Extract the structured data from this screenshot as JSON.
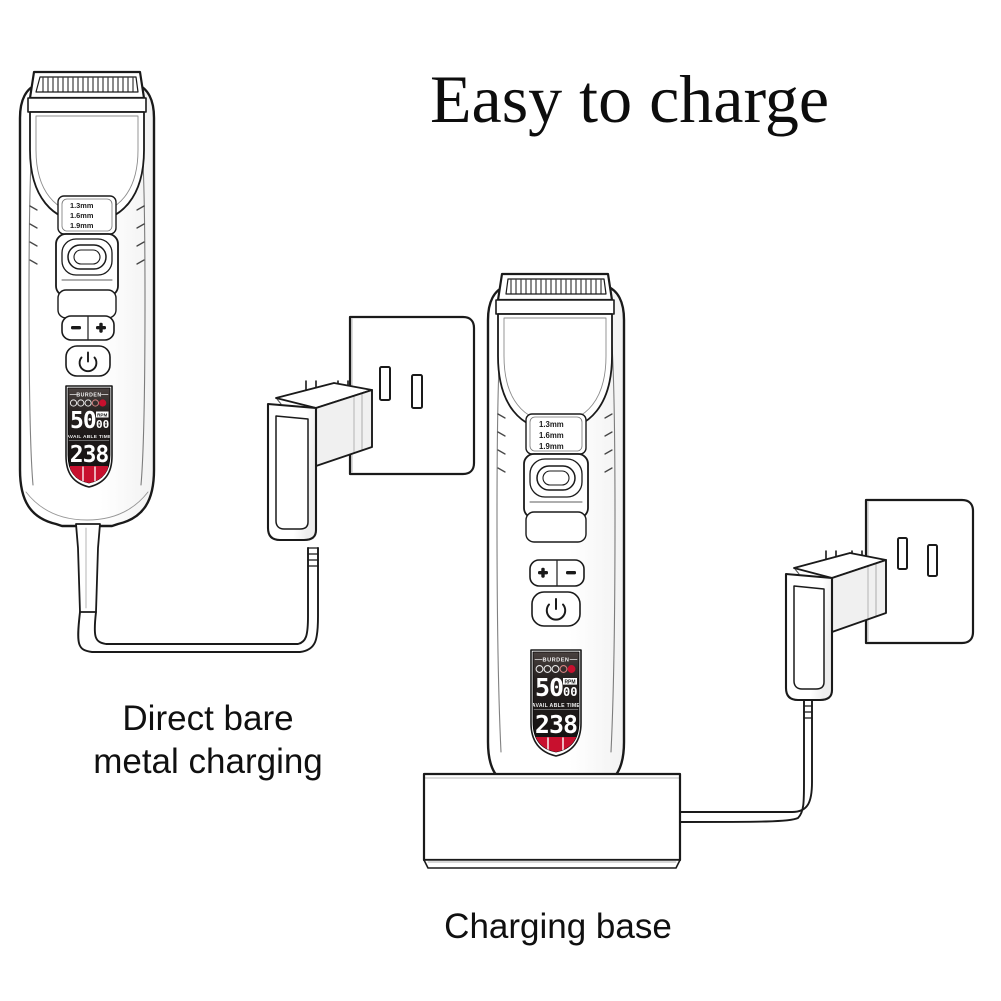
{
  "page": {
    "title": "Easy to charge",
    "background_color": "#ffffff",
    "line_color": "#1a1a1a",
    "accent_red": "#c8102e"
  },
  "headline": {
    "text": "Easy to charge"
  },
  "captions": {
    "left": "Direct bare\nmetal charging",
    "left_line1": "Direct bare",
    "left_line2": "metal charging",
    "right": "Charging base"
  },
  "devices": {
    "left_clipper": {
      "name": "hair-clipper",
      "charging_method": "Direct bare metal charging",
      "guard_marks": [
        "1.3mm",
        "1.6mm",
        "1.9mm"
      ],
      "buttons": {
        "minus": "−",
        "plus": "+",
        "power": "power-symbol"
      },
      "display": {
        "burden_label": "BURDEN",
        "burden_dots": 5,
        "burden_dots_active": 1,
        "rpm_value": "50",
        "rpm_unit": "RPM",
        "rpm_decimal": "00",
        "time_label": "AVAIL ABLE TIME",
        "time_value": "238",
        "battery_bar_color": "#c8102e"
      }
    },
    "right_clipper": {
      "name": "hair-clipper",
      "charging_method": "Charging base",
      "guard_marks": [
        "1.3mm",
        "1.6mm",
        "1.9mm"
      ],
      "buttons": {
        "plus": "+",
        "minus": "−",
        "power": "power-symbol"
      },
      "display": {
        "burden_label": "BURDEN",
        "burden_dots": 5,
        "burden_dots_active": 1,
        "rpm_value": "50",
        "rpm_unit": "RPM",
        "rpm_decimal": "00",
        "time_label": "AVAIL ABLE TIME",
        "time_value": "238",
        "battery_bar_color": "#c8102e"
      }
    },
    "charging_base": {
      "name": "charging-base"
    },
    "adapters": [
      {
        "name": "power-adapter-left"
      },
      {
        "name": "power-adapter-right"
      }
    ],
    "outlets": [
      {
        "name": "wall-outlet-left",
        "slots": 2
      },
      {
        "name": "wall-outlet-right",
        "slots": 2
      }
    ]
  }
}
